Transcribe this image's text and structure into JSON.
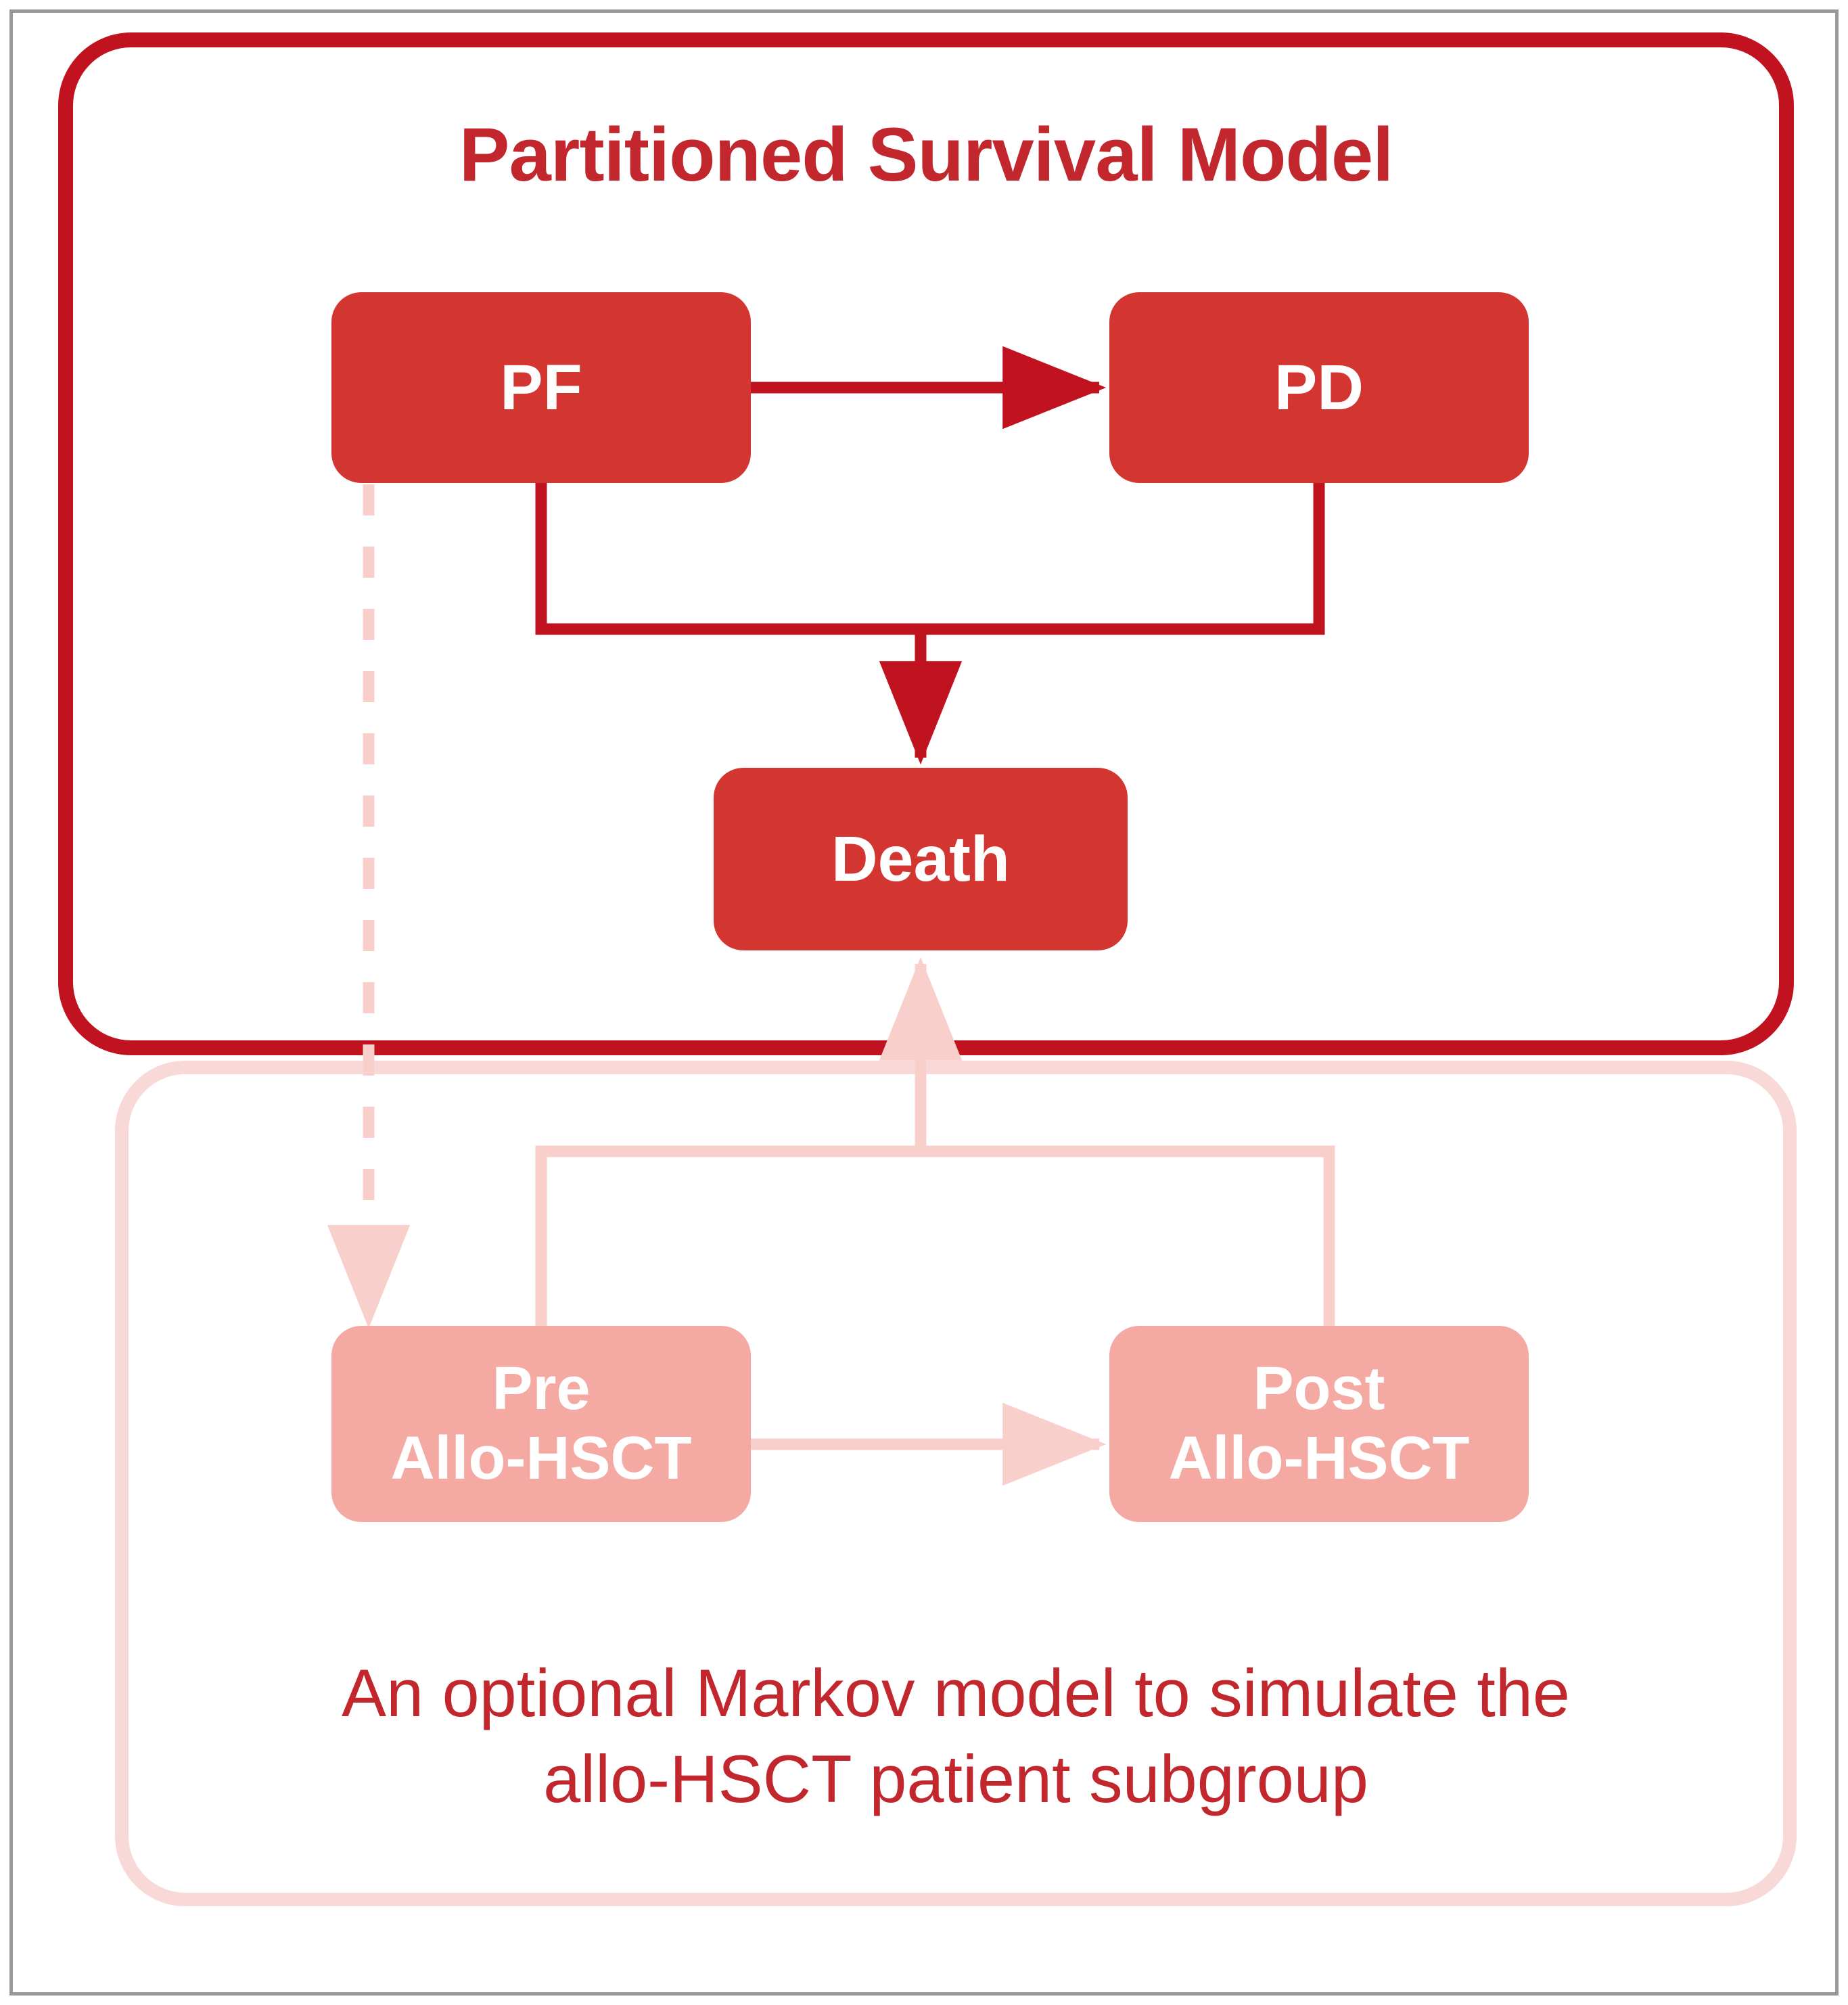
{
  "figure": {
    "upper_panel": {
      "title": "Partitioned Survival Model",
      "accent_color": "#c1272d",
      "border_color": "#c1121f",
      "node_color": "#d33630",
      "states": [
        {
          "id": "pf",
          "label": "PF"
        },
        {
          "id": "pd",
          "label": "PD"
        },
        {
          "id": "death",
          "label": "Death"
        }
      ],
      "transitions": [
        {
          "from": "PF",
          "to": "PD",
          "style": "solid-arrow"
        },
        {
          "from": "PF",
          "to": "Death",
          "style": "solid-arrow"
        },
        {
          "from": "PD",
          "to": "Death",
          "style": "solid-arrow"
        }
      ]
    },
    "lower_panel": {
      "border_color": "#f9d8d8",
      "node_color": "#f5a9a3",
      "connector_color": "#f9cfcb",
      "states": [
        {
          "id": "pre-hsct",
          "label_line1": "Pre",
          "label_line2": "Allo-HSCT"
        },
        {
          "id": "post-hsct",
          "label_line1": "Post",
          "label_line2": "Allo-HSCT"
        }
      ],
      "transitions": [
        {
          "from": "PF",
          "to": "Pre Allo-HSCT",
          "style": "dashed-arrow"
        },
        {
          "from": "Pre Allo-HSCT",
          "to": "Post Allo-HSCT",
          "style": "solid-arrow"
        },
        {
          "from": "Pre Allo-HSCT",
          "to": "Death",
          "style": "solid-arrow"
        },
        {
          "from": "Post Allo-HSCT",
          "to": "Death",
          "style": "solid-arrow"
        }
      ],
      "caption_line1": "An optional Markov model to simulate the",
      "caption_line2": "allo-HSCT patient subgroup"
    }
  }
}
